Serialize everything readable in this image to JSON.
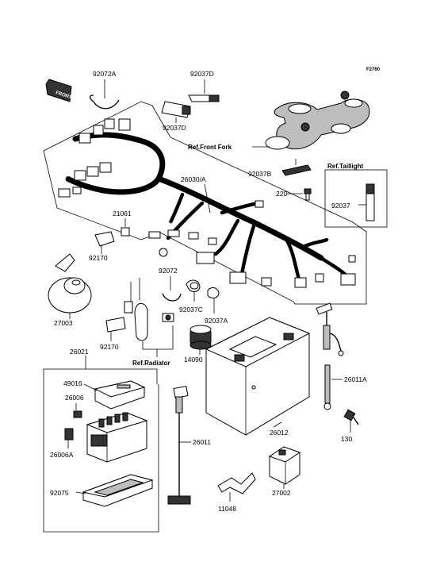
{
  "diagram_code": "F2760",
  "front_marker": "FRONT",
  "part_labels": {
    "p92072A": "92072A",
    "p92037D_top": "92037D",
    "p92037D_left": "92037D",
    "p92037B": "92037B",
    "p26030A": "26030/A",
    "p220": "220",
    "p92037": "92037",
    "p21061": "21061",
    "p92170_top": "92170",
    "p92072": "92072",
    "p27003": "27003",
    "p92037C": "92037C",
    "p92037A": "92037A",
    "p92170_bottom": "92170",
    "p26021": "26021",
    "p14090": "14090",
    "p49016": "49016",
    "p26006": "26006",
    "p26006A": "26006A",
    "p26011A": "26011A",
    "p26012": "26012",
    "p130": "130",
    "p26011": "26011",
    "p92075": "92075",
    "p27002": "27002",
    "p11048": "11048"
  },
  "references": {
    "front_fork": "Ref.Front Fork",
    "taillight": "Ref.Taillight",
    "radiator": "Ref.Radiator"
  }
}
